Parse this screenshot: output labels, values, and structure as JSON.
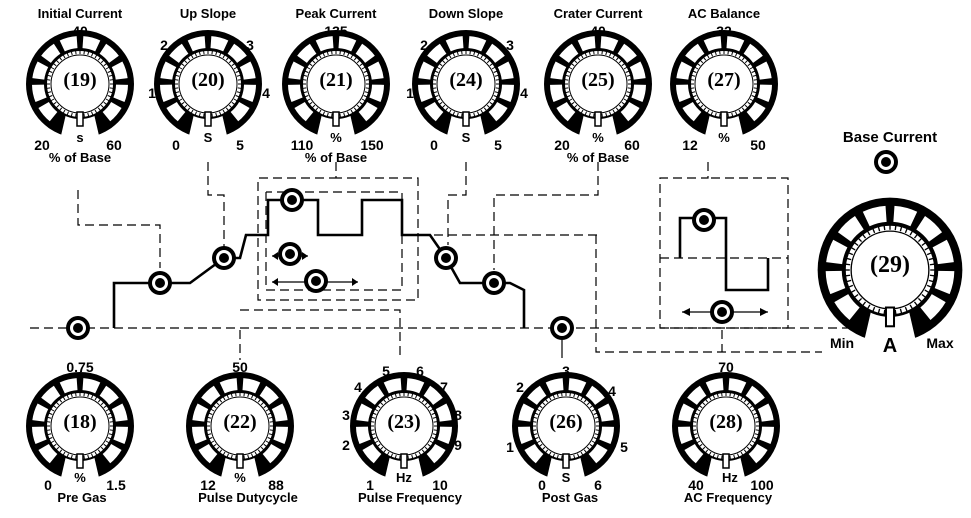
{
  "knobs": {
    "initial_current": {
      "title": "Initial Current",
      "number": "(19)",
      "top": "40",
      "left": "20",
      "right": "60",
      "unit": "s",
      "sub": "% of Base"
    },
    "up_slope": {
      "title": "Up Slope",
      "number": "(20)",
      "tl": "2",
      "tr": "3",
      "ml": "1",
      "mr": "4",
      "left": "0",
      "right": "5",
      "unit": "S"
    },
    "peak_current": {
      "title": "Peak Current",
      "number": "(21)",
      "top": "135",
      "left": "110",
      "right": "150",
      "unit": "%",
      "sub": "% of Base"
    },
    "down_slope": {
      "title": "Down Slope",
      "number": "(24)",
      "tl": "2",
      "tr": "3",
      "ml": "1",
      "mr": "4",
      "left": "0",
      "right": "5",
      "unit": "S"
    },
    "crater_current": {
      "title": "Crater Current",
      "number": "(25)",
      "top": "40",
      "left": "20",
      "right": "60",
      "unit": "%",
      "sub": "% of Base"
    },
    "ac_balance": {
      "title": "AC Balance",
      "number": "(27)",
      "top": "32",
      "left": "12",
      "right": "50",
      "unit": "%"
    },
    "base_current": {
      "title": "Base Current",
      "number": "(29)",
      "left": "Min",
      "right": "Max",
      "unit": "A"
    },
    "pre_gas": {
      "title": "Pre Gas",
      "number": "(18)",
      "top": "0.75",
      "left": "0",
      "right": "1.5",
      "unit": "%"
    },
    "pulse_dutycycle": {
      "title": "Pulse Dutycycle",
      "number": "(22)",
      "top": "50",
      "left": "12",
      "right": "88",
      "unit": "%"
    },
    "pulse_frequency": {
      "title": "Pulse Frequency",
      "number": "(23)",
      "s1": "1",
      "s2": "2",
      "s3": "3",
      "s4": "4",
      "s5": "5",
      "s6": "6",
      "s7": "7",
      "s8": "8",
      "s9": "9",
      "s10": "10",
      "unit": "Hz"
    },
    "post_gas": {
      "title": "Post Gas",
      "number": "(26)",
      "s0": "0",
      "s1": "1",
      "s2": "2",
      "s3": "3",
      "s4": "4",
      "s5": "5",
      "s6": "6",
      "unit": "S"
    },
    "ac_frequency": {
      "title": "AC Frequency",
      "number": "(28)",
      "top": "70",
      "left": "40",
      "right": "100",
      "unit": "Hz"
    }
  }
}
